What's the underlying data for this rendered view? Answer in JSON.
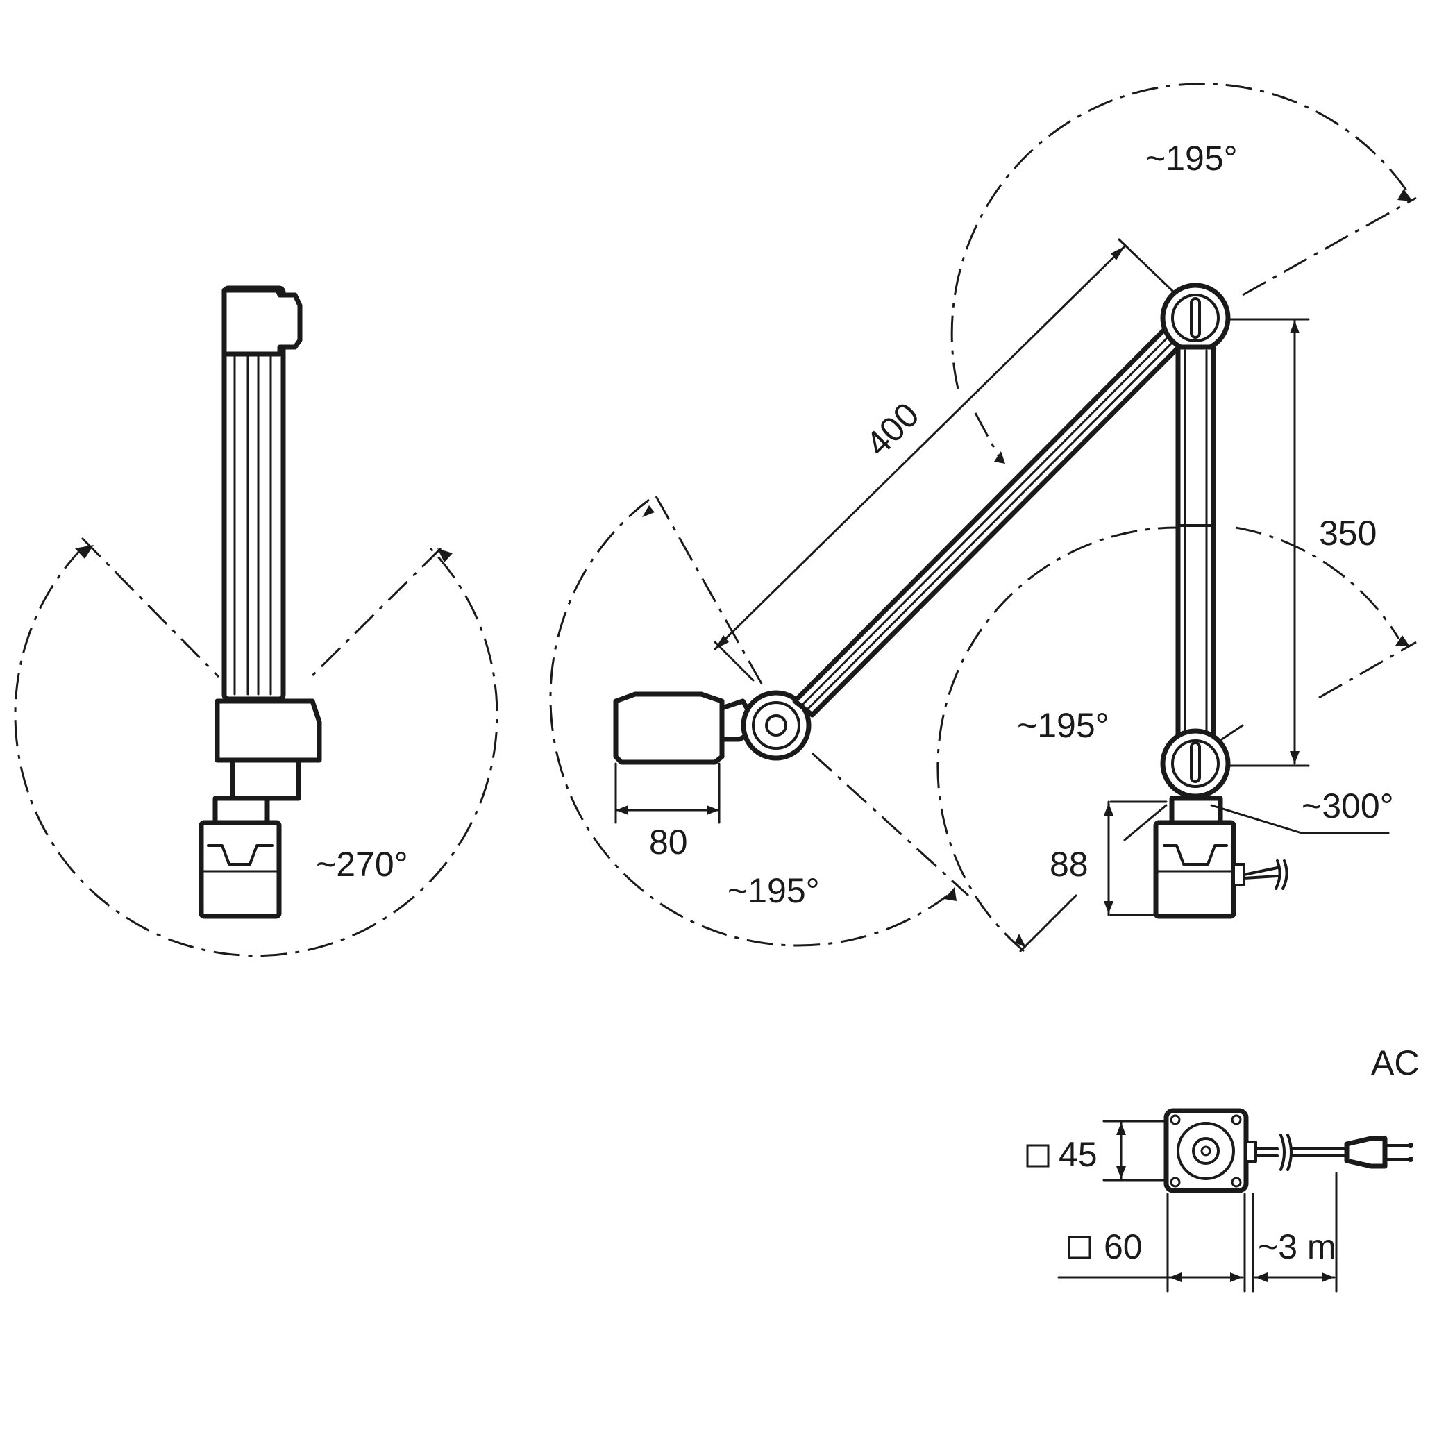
{
  "labels": {
    "side_angle": "~270°",
    "top_angle": "~195°",
    "mid_angle": "~195°",
    "left_angle": "~195°",
    "base_angle": "~300°",
    "arm_upper_length": "400",
    "arm_lower_length": "350",
    "base_width": "80",
    "base_height": "88",
    "power_section_title": "AC",
    "box_size_small": "45",
    "box_size_large": "60",
    "cable_length": "~3 m"
  }
}
